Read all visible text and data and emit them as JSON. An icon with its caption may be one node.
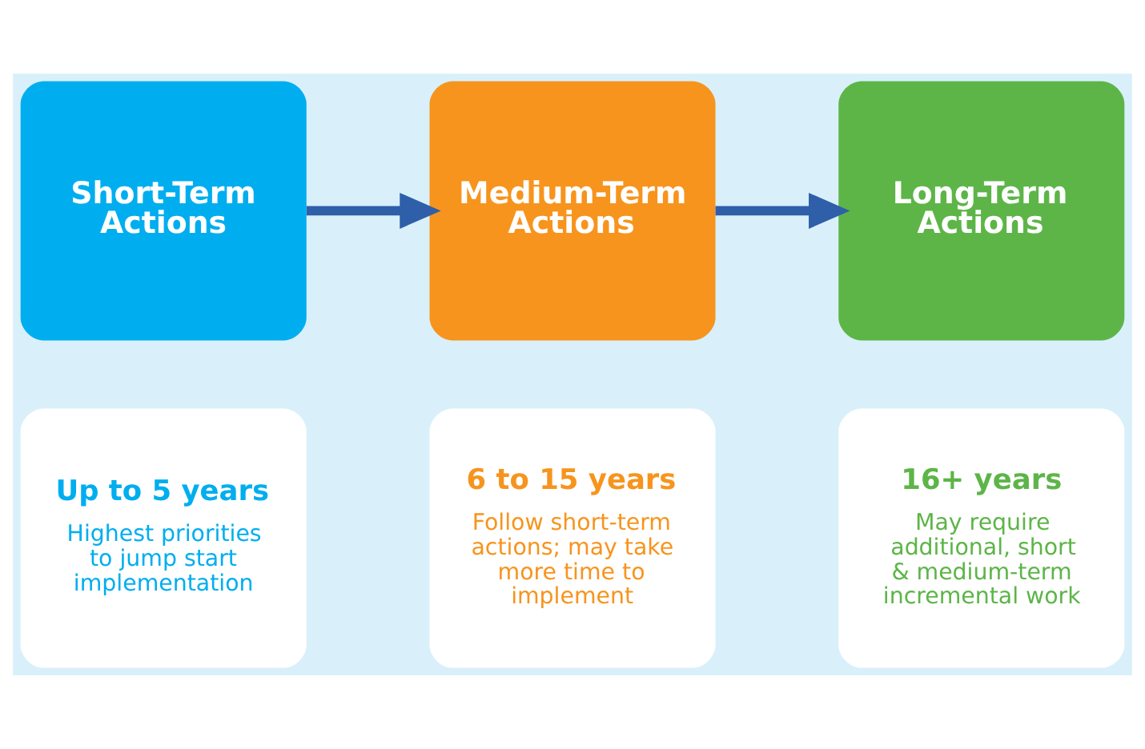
{
  "diagram": {
    "nodes": [
      {
        "text": [
          "Short-Term Actions"
        ]
      },
      {
        "text": [
          "Medium-Term Actions"
        ]
      },
      {
        "text": [
          "Long-Term Actions"
        ]
      },
      {
        "text": [
          "Up to 5 years",
          "Highest priorities to jump start implementation"
        ]
      },
      {
        "text": [
          "6 to 15 years",
          "Follow short-term actions; may take more time to implement"
        ]
      },
      {
        "text": [
          "16+ years",
          "May require additional, short & medium-term incremental work"
        ]
      }
    ],
    "edges": [
      {
        "from": 0,
        "to": 1,
        "arrow": "to"
      },
      {
        "from": 1,
        "to": 2,
        "arrow": "to"
      }
    ]
  }
}
